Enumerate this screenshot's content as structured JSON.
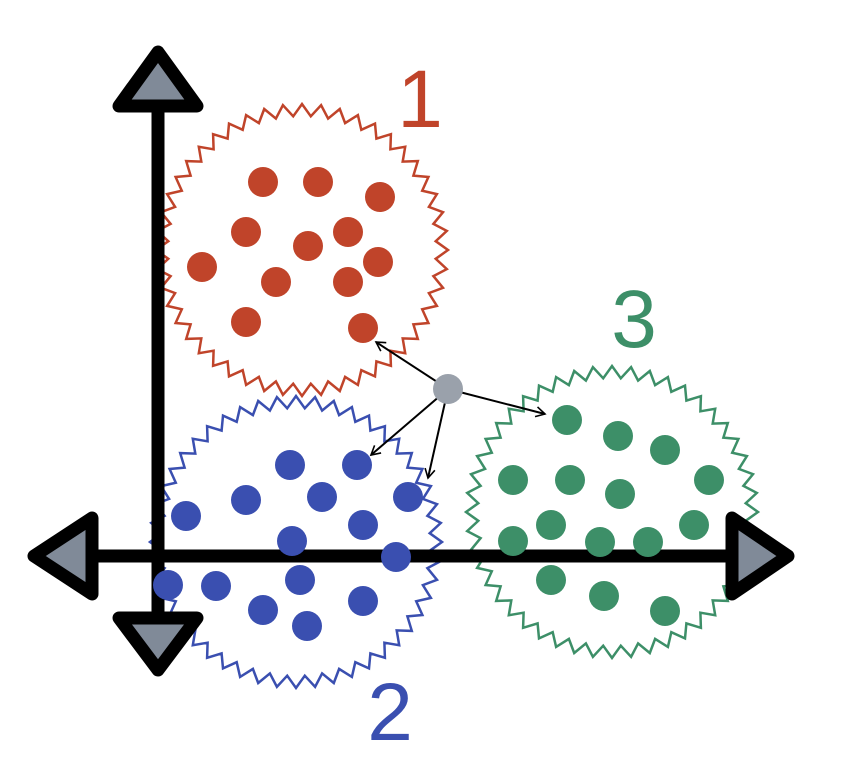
{
  "diagram": {
    "colors": {
      "axis": "#000000",
      "arrowhead_fill": "#808a98",
      "query_point": "#9aa1ab",
      "pointer": "#000000"
    },
    "clusters": [
      {
        "label": "1",
        "color": "#c0442a",
        "points": 12
      },
      {
        "label": "2",
        "color": "#3a4fb0",
        "points": 15
      },
      {
        "label": "3",
        "color": "#3d8f68",
        "points": 15
      }
    ]
  }
}
